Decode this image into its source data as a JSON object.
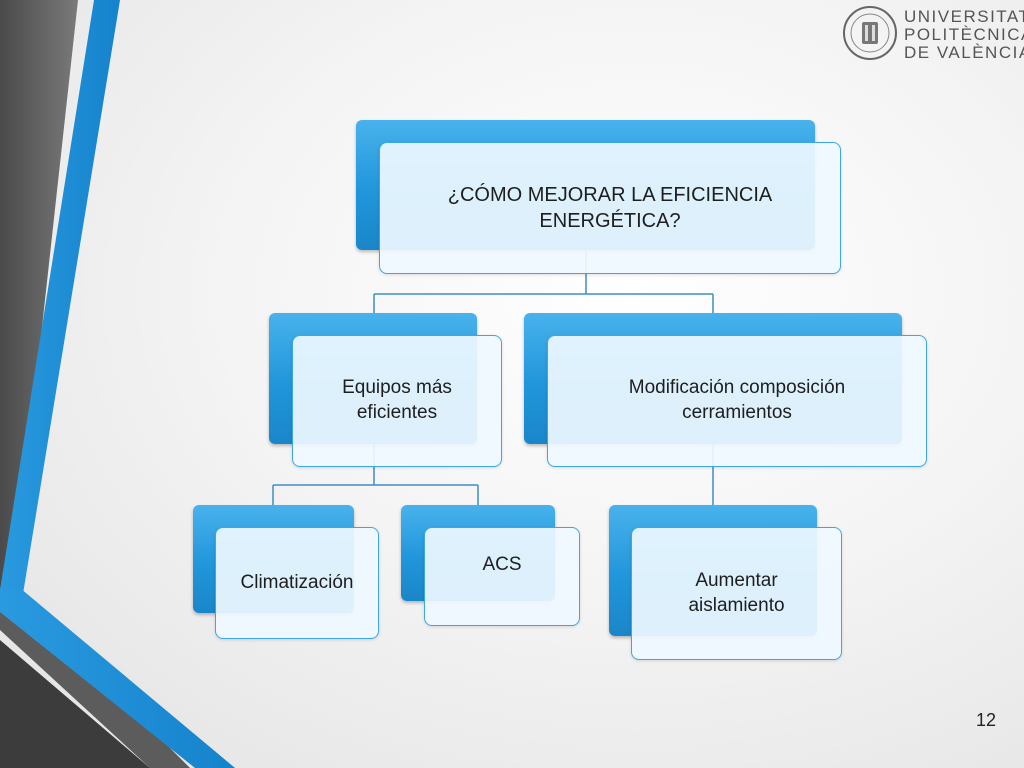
{
  "logo": {
    "line1": "UNIVERSITAT",
    "line2": "POLITÈCNICA",
    "line3": "DE VALÈNCIA"
  },
  "diagram": {
    "root": "¿CÓMO MEJORAR LA EFICIENCIA ENERGÉTICA?",
    "branch_left": "Equipos más eficientes",
    "branch_right": "Modificación composición cerramientos",
    "leaf_1": "Climatización",
    "leaf_2": "ACS",
    "leaf_3": "Aumentar aislamiento"
  },
  "colors": {
    "accent_blue": "#2196db",
    "connector": "#3d8fc4",
    "deco_gray": "#5f5f5f"
  },
  "page_number": "12"
}
